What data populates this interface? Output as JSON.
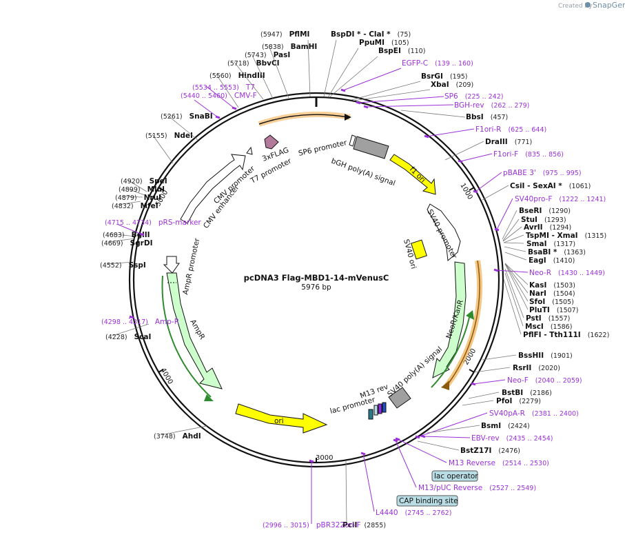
{
  "brand": {
    "created_by": "Created by",
    "name": "SnapGene"
  },
  "title": "pcDNA3 Flag-MBD1-14-mVenusC",
  "subtitle": "5976 bp",
  "ticks": [
    "1000",
    "2000",
    "3000",
    "4000",
    "5000"
  ],
  "colors": {
    "primer": "#9b30d9",
    "backbone": "#111111",
    "ori": "#ffff00",
    "resistance": "#ccffcc",
    "polyA": "#a0a0a0",
    "flag": "#b47a9c",
    "orange": "#f0a030",
    "green": "#2e8b2e",
    "boxfill": "#b9dde5"
  },
  "labels": [
    {
      "id": "l1",
      "n": "(5947)",
      "name": "PflMI",
      "kind": "enz"
    },
    {
      "id": "l2",
      "name": "BspDI *  - ClaI *",
      "n": "(75)",
      "kind": "enz"
    },
    {
      "id": "l3",
      "name": "PpuMI",
      "n": "(105)",
      "kind": "enz"
    },
    {
      "id": "l4",
      "name": "BspEI",
      "n": "(110)",
      "kind": "enz"
    },
    {
      "id": "l5",
      "name": "EGFP-C",
      "n": "(139 .. 160)",
      "kind": "prim"
    },
    {
      "id": "l6",
      "name": "BsrGI",
      "n": "(195)",
      "kind": "enz"
    },
    {
      "id": "l7",
      "name": "XbaI",
      "n": "(209)",
      "kind": "enz"
    },
    {
      "id": "l8",
      "name": "SP6",
      "n": "(225 .. 242)",
      "kind": "prim"
    },
    {
      "id": "l9",
      "name": "BGH-rev",
      "n": "(262 .. 279)",
      "kind": "prim"
    },
    {
      "id": "l10",
      "name": "BbsI",
      "n": "(457)",
      "kind": "enz"
    },
    {
      "id": "l11",
      "name": "F1ori-R",
      "n": "(625 .. 644)",
      "kind": "prim"
    },
    {
      "id": "l12",
      "name": "DraIII",
      "n": "(771)",
      "kind": "enz"
    },
    {
      "id": "l13",
      "name": "F1ori-F",
      "n": "(835 .. 856)",
      "kind": "prim"
    },
    {
      "id": "l14",
      "name": "pBABE 3'",
      "n": "(975 .. 995)",
      "kind": "prim"
    },
    {
      "id": "l15",
      "name": "CsiI  - SexAI *",
      "n": "(1061)",
      "kind": "enz"
    },
    {
      "id": "l16",
      "name": "SV40pro-F",
      "n": "(1222 .. 1241)",
      "kind": "prim"
    },
    {
      "id": "l17",
      "name": "BseRI",
      "n": "(1290)",
      "kind": "enz"
    },
    {
      "id": "l18",
      "name": "StuI",
      "n": "(1293)",
      "kind": "enz"
    },
    {
      "id": "l19",
      "name": "AvrII",
      "n": "(1294)",
      "kind": "enz"
    },
    {
      "id": "l20",
      "name": "TspMI  - XmaI",
      "n": "(1315)",
      "kind": "enz"
    },
    {
      "id": "l21",
      "name": "SmaI",
      "n": "(1317)",
      "kind": "enz"
    },
    {
      "id": "l22",
      "name": "BsaBI *",
      "n": "(1363)",
      "kind": "enz"
    },
    {
      "id": "l23",
      "name": "EagI",
      "n": "(1410)",
      "kind": "enz"
    },
    {
      "id": "l24",
      "name": "Neo-R",
      "n": "(1430 .. 1449)",
      "kind": "prim"
    },
    {
      "id": "l25",
      "name": "KasI",
      "n": "(1503)",
      "kind": "enz"
    },
    {
      "id": "l26",
      "name": "NarI",
      "n": "(1504)",
      "kind": "enz"
    },
    {
      "id": "l27",
      "name": "SfoI",
      "n": "(1505)",
      "kind": "enz"
    },
    {
      "id": "l28",
      "name": "PluTI",
      "n": "(1507)",
      "kind": "enz"
    },
    {
      "id": "l29",
      "name": "PstI",
      "n": "(1557)",
      "kind": "enz"
    },
    {
      "id": "l30",
      "name": "MscI",
      "n": "(1586)",
      "kind": "enz"
    },
    {
      "id": "l31",
      "name": "PflFI  - Tth111I",
      "n": "(1622)",
      "kind": "enz"
    },
    {
      "id": "l32",
      "name": "BssHII",
      "n": "(1901)",
      "kind": "enz"
    },
    {
      "id": "l33",
      "name": "RsrII",
      "n": "(2020)",
      "kind": "enz"
    },
    {
      "id": "l34",
      "name": "Neo-F",
      "n": "(2040 .. 2059)",
      "kind": "prim"
    },
    {
      "id": "l35",
      "name": "BstBI",
      "n": "(2186)",
      "kind": "enz"
    },
    {
      "id": "l36",
      "name": "PfoI",
      "n": "(2279)",
      "kind": "enz"
    },
    {
      "id": "l37",
      "name": "SV40pA-R",
      "n": "(2381 .. 2400)",
      "kind": "prim"
    },
    {
      "id": "l38",
      "name": "BsmI",
      "n": "(2424)",
      "kind": "enz"
    },
    {
      "id": "l39",
      "name": "EBV-rev",
      "n": "(2435 .. 2454)",
      "kind": "prim"
    },
    {
      "id": "l40",
      "name": "BstZ17I",
      "n": "(2476)",
      "kind": "enz"
    },
    {
      "id": "l41",
      "name": "M13 Reverse",
      "n": "(2514 .. 2530)",
      "kind": "prim"
    },
    {
      "id": "l42",
      "name": "lac operator",
      "kind": "box"
    },
    {
      "id": "l43",
      "name": "M13/pUC Reverse",
      "n": "(2527 .. 2549)",
      "kind": "prim"
    },
    {
      "id": "l44",
      "name": "CAP binding site",
      "kind": "box"
    },
    {
      "id": "l45",
      "name": "L4440",
      "n": "(2745 .. 2762)",
      "kind": "prim"
    },
    {
      "id": "l46",
      "name": "PciI",
      "n": "(2855)",
      "kind": "enz"
    },
    {
      "id": "l47",
      "name": "pBR322ori-F",
      "n": "(2996 .. 3015)",
      "kind": "prim"
    },
    {
      "id": "l48",
      "name": "AhdI",
      "n": "(3748)",
      "kind": "enz"
    },
    {
      "id": "l49",
      "name": "ScaI",
      "n": "(4228)",
      "kind": "enz"
    },
    {
      "id": "l50",
      "name": "Amp-R",
      "n": "(4298 .. 4317)",
      "kind": "prim"
    },
    {
      "id": "l51",
      "name": "SspI",
      "n": "(4552)",
      "kind": "enz"
    },
    {
      "id": "l52",
      "name": "SgrDI",
      "n": "(4669)",
      "kind": "enz"
    },
    {
      "id": "l53",
      "name": "BglII",
      "n": "(4683)",
      "kind": "enz"
    },
    {
      "id": "l54",
      "name": "pRS-marker",
      "n": "(4715 .. 4734)",
      "kind": "prim"
    },
    {
      "id": "l55",
      "name": "MfeI",
      "n": "(4832)",
      "kind": "enz"
    },
    {
      "id": "l56",
      "name": "NruI",
      "n": "(4879)",
      "kind": "enz"
    },
    {
      "id": "l57",
      "name": "MluI",
      "n": "(4899)",
      "kind": "enz"
    },
    {
      "id": "l58",
      "name": "SpeI",
      "n": "(4920)",
      "kind": "enz"
    },
    {
      "id": "l59",
      "name": "NdeI",
      "n": "(5155)",
      "kind": "enz"
    },
    {
      "id": "l60",
      "name": "SnaBI",
      "n": "(5261)",
      "kind": "enz"
    },
    {
      "id": "l61",
      "name": "CMV-F",
      "n": "(5440 .. 5460)",
      "kind": "prim"
    },
    {
      "id": "l62",
      "name": "T7",
      "n": "(5534 .. 5553)",
      "kind": "prim"
    },
    {
      "id": "l63",
      "name": "HindIII",
      "n": "(5560)",
      "kind": "enz"
    },
    {
      "id": "l64",
      "name": "BbvCI",
      "n": "(5718)",
      "kind": "enz"
    },
    {
      "id": "l65",
      "name": "PasI",
      "n": "(5743)",
      "kind": "enz"
    },
    {
      "id": "l66",
      "name": "BamHI",
      "n": "(5838)",
      "kind": "enz"
    }
  ],
  "features": {
    "sp6_promoter": "SP6 promoter",
    "bgh_polya": "bGH poly(A) signal",
    "f1_ori": "f1 ori",
    "sv40_promoter": "SV40 promoter",
    "sv40_ori": "SV40 ori",
    "neor": "NeoR/KanR",
    "sv40_polya": "SV40 poly(A) signal",
    "m13_rev": "M13 rev",
    "lac_promoter": "lac promoter",
    "ori": "ori",
    "ampr": "AmpR",
    "ampr_promoter": "AmpR promoter",
    "cmv_enhancer": "CMV enhancer",
    "cmv_promoter": "CMV promoter",
    "t7_promoter": "T7 promoter",
    "flag": "3xFLAG"
  }
}
